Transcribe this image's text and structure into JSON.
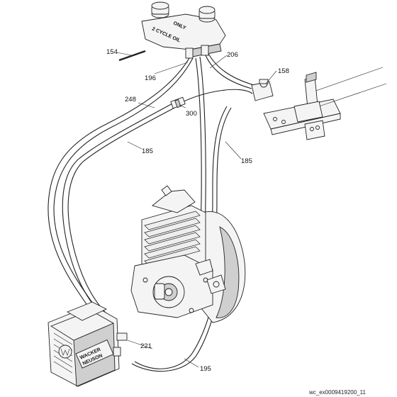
{
  "tank_label": {
    "line1": "2 CYCLE OIL",
    "line2": "ONLY"
  },
  "callouts": [
    {
      "id": "154",
      "text": "154"
    },
    {
      "id": "196",
      "text": "196"
    },
    {
      "id": "206",
      "text": "206"
    },
    {
      "id": "158",
      "text": "158"
    },
    {
      "id": "248",
      "text": "248"
    },
    {
      "id": "300",
      "text": "300"
    },
    {
      "id": "185a",
      "text": "185"
    },
    {
      "id": "185b",
      "text": "185"
    },
    {
      "id": "221",
      "text": "221"
    },
    {
      "id": "195",
      "text": "195"
    }
  ],
  "brand_plate": {
    "line1": "WACKER",
    "line2": "NEUSON"
  },
  "footer": {
    "reference": "wc_ex0009419200_11"
  }
}
